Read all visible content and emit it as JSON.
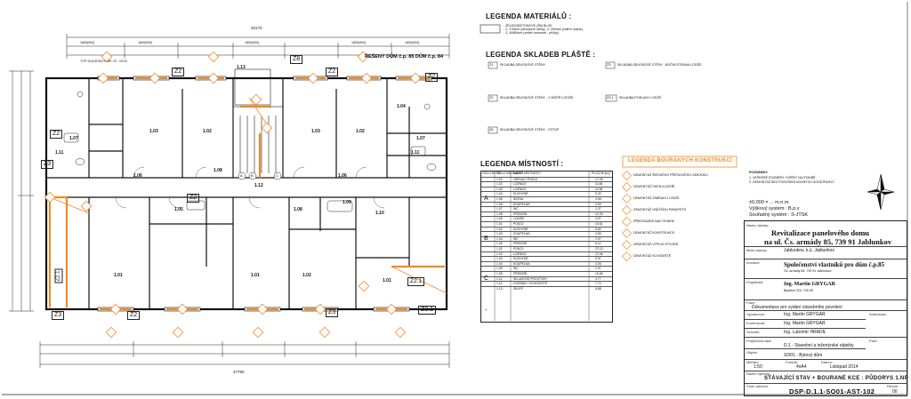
{
  "plan": {
    "title_line": "ŘEŠENÝ DŮM č.p. 85   DŮM č.p. 84",
    "dim_total_top": "20170",
    "dim_total_bottom": "27750",
    "segments_top": [
      "1800(900)",
      "1800(900)",
      "1800(900)",
      "1800(900)",
      "1800(900)"
    ],
    "typ_label": "TYP SOUSTAVY: BP-70 - 0S-B",
    "zone_tags": [
      "Z2",
      "Z2",
      "Z2",
      "Z2",
      "Z8",
      "Z2",
      "Z2.1",
      "Z2.1",
      "Z3",
      "Z3",
      "Z3",
      "Z3.1",
      "Z2"
    ],
    "rooms": [
      {
        "code": "1.03",
        "area": ""
      },
      {
        "code": "1.02",
        "area": ""
      },
      {
        "code": "1.03",
        "area": ""
      },
      {
        "code": "1.02",
        "area": ""
      },
      {
        "code": "1.04",
        "area": ""
      },
      {
        "code": "1.07",
        "area": ""
      },
      {
        "code": "1.11",
        "area": ""
      },
      {
        "code": "1.06",
        "area": ""
      },
      {
        "code": "1.06",
        "area": ""
      },
      {
        "code": "1.08",
        "area": ""
      },
      {
        "code": "1.13",
        "area": ""
      },
      {
        "code": "1.12",
        "area": ""
      },
      {
        "code": "1.09",
        "area": ""
      },
      {
        "code": "1.05",
        "area": ""
      },
      {
        "code": "1.08",
        "area": ""
      },
      {
        "code": "1.10",
        "area": ""
      },
      {
        "code": "1.01",
        "area": ""
      },
      {
        "code": "1.01",
        "area": ""
      },
      {
        "code": "1.02",
        "area": ""
      },
      {
        "code": "1.01",
        "area": ""
      },
      {
        "code": "1.11",
        "area": ""
      },
      {
        "code": "1.07",
        "area": ""
      }
    ],
    "stair_labels": [
      "A",
      "B",
      "C"
    ]
  },
  "legend_material": {
    "title": "LEGENDA MATERIÁLŮ :",
    "lines": [
      "- ŽELEZOBETONOVÉ (ŽB) BLOK",
      "- 2, 270mm (obvodové stěny), 3, 200mm (vnitřní nosné),",
      "- 3, 40/80mm (vnitřní nenosné - příčky)"
    ]
  },
  "legend_skladby": {
    "title": "LEGENDA SKLADEB PLÁŠTĚ :",
    "items": [
      {
        "tag": "Z1",
        "name": "SKLADBA OBVODOVÉ STĚNY"
      },
      {
        "tag": "Z2",
        "name": "SKLADBA OBVODOVÉ STĚNY - V MÍSTĚ LODŽIE"
      },
      {
        "tag": "Z3",
        "name": "SKLADBA OBVODOVÉ STĚNY - BOČNÍ STRANA LODŽIE"
      },
      {
        "tag": "Z3.1",
        "name": "SKLADBA PODLAHY LODŽIÍ"
      },
      {
        "tag": "Z6",
        "name": "SKLADBA OBVODOVÉ STĚNY - VSTUP"
      }
    ]
  },
  "legend_mistnosti": {
    "title": "LEGENDA MÍSTNOSTÍ :",
    "headers": [
      "ČÍSLO BYTU",
      "ČÍSLO MÍSTNOSTI",
      "NÁZEV MÍSTNOSTI",
      "PLOCHA [m²]"
    ],
    "groups": [
      "A",
      "B",
      "C",
      "-"
    ],
    "rows": [
      [
        "1.01",
        "OBÝVACÍ POKOJ",
        "17.09"
      ],
      [
        "1.02",
        "LOŽNICE",
        "11.86"
      ],
      [
        "1.03",
        "LOŽNICE",
        "11.98"
      ],
      [
        "1.04",
        "KUCHYNĚ",
        "9.32"
      ],
      [
        "1.05",
        "ŠATNA",
        "3.06"
      ],
      [
        "1.06",
        "KOUPELNA",
        "3.99"
      ],
      [
        "1.07",
        "WC",
        "1.07"
      ],
      [
        "1.08",
        "PŘEDSÍŇ",
        "10.33"
      ],
      [
        "1.09",
        "LODŽIE",
        "3.07"
      ],
      [
        "1.01",
        "POKOJ",
        "10.61"
      ],
      [
        "1.02",
        "KUCHYNĚ",
        "5.82"
      ],
      [
        "1.03",
        "KOUPELNA",
        "3.50"
      ],
      [
        "1.04",
        "WC",
        "1.07"
      ],
      [
        "1.05",
        "PŘEDSÍŇ",
        "6.11"
      ],
      [
        "1.01",
        "POKOJ",
        "22.13"
      ],
      [
        "1.02",
        "LOŽNICE",
        "12.06"
      ],
      [
        "1.03",
        "KUCHYNĚ",
        "9.57"
      ],
      [
        "1.04",
        "KOUPELNA",
        "3.06"
      ],
      [
        "1.05",
        "WC",
        "1.07"
      ],
      [
        "1.06",
        "PŘEDSÍŇ",
        "10.06"
      ],
      [
        "1.11",
        "SKLADOVÉ PROSTORY",
        "3.77"
      ],
      [
        "1.12",
        "CHODBA + SCHODIŠTĚ",
        "7.72"
      ],
      [
        "1.13",
        "SKLEP",
        "5.68"
      ]
    ]
  },
  "legend_bouranych": {
    "title": "LEGENDA BOURANÝCH KONSTRUKCÍ",
    "items": [
      "DEMONTÁŽ ŠIROKÉHO PŘÍČKOVÉHO ZÁRODKU",
      "DEMONTÁŽ OKEN A DVEŘÍ",
      "DEMONTÁŽ ZÁBRADLÍ LODŽIÍ",
      "DEMONTÁŽ VNĚJŠÍCH PARAPETŮ",
      "PŘEDSAZENÍ NAD OKNEM",
      "DEMONTÁŽ KONSTRUKCE",
      "DEMONTÁŽ VÝPLNÍ OTVORŮ",
      "DEMONTÁŽ SCHODIŠTĚ"
    ],
    "note_title": "POZNÁMKY:",
    "notes": [
      "1. VEŠKERÉ ROZMĚRY OVĚŘIT NA STAVBĚ",
      "2. DEMONTÁŽ BEZ PORUŠENÍ NOSNÝCH KONSTRUKCÍ"
    ]
  },
  "coords": {
    "elevation": "±0,000 = ... m.n.m",
    "vyskovy": "Výškový systém : B.p.v",
    "souradny": "Souřadný systém : S-JTSK"
  },
  "titleblock": {
    "nazev_stavby_lbl": "Název stavby:",
    "nazev_stavby_1": "Revitalizace panelového domu",
    "nazev_stavby_2": "na ul. Čs. armády 85, 739 91 Jablunkov",
    "misto_lbl": "Místo stavby:",
    "misto": "Jablunkov, k.ú. Jablunkov",
    "investor_lbl": "Investor:",
    "investor": "Společenství vlastníků pro dům č.p.85",
    "investor_sub": "Čs. armády 85, 739 91 Jablunkov",
    "projektant_lbl": "Projektant:",
    "projektant": "Ing. Martin GRYGAR",
    "projektant_sub": "Bystřice 223, 739 95",
    "faze_lbl": "Fáze:",
    "faze": "Dokumentace pro vydání stavebního povolení",
    "vypracoval_lbl": "Vypracoval:",
    "vypracoval": "Ing. Martin GRYGAR",
    "kontroloval_lbl": "Kontroloval:",
    "kontroloval": "Ing. Martin GRYGAR",
    "schvalil_lbl": "Schválil:",
    "schvalil": "Ing. Lubomír HRADIL",
    "autorizace_lbl": "Autorizace:",
    "cast_lbl": "Projektová část:",
    "cast": "D.1 - Stavební a inženýrské objekty",
    "objekt_lbl": "Objekt:",
    "objekt": "SO01 - Bytový dům",
    "meritko_lbl": "Měřítko:",
    "meritko": "1:50",
    "format_lbl": "Formát:",
    "format": "4xA4",
    "datum_lbl": "Datum:",
    "datum": "Listopad 2014",
    "par_lbl": "Paré:",
    "nazev_vykresu_lbl": "Název výkresu:",
    "nazev_vykresu": "STÁVAJÍCÍ STAV + BOURANÉ KCE : PŮDORYS 1.NP",
    "cislo_lbl": "Číslo výkresu:",
    "cislo": "DSP-D.1.1-SO01-AST-102",
    "revize_lbl": "Revize:",
    "revize": "00"
  },
  "colors": {
    "accent": "#f08a24",
    "ink": "#1a1a1a"
  }
}
